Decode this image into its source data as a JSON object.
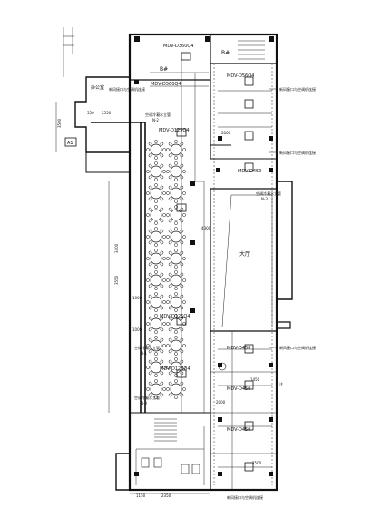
{
  "units": {
    "u1": "MDV-D360Q4",
    "u2": "MDV-D560Q4",
    "u3": "MDV-D125Q4",
    "u4": "MDV-D56Q4",
    "u5": "MDV-D450",
    "u6": "MDV-D125Q4",
    "u7": "MDV-D125Q4",
    "u8": "MDV-D450",
    "u9": "MDV-D450",
    "u10": "MDV-D450"
  },
  "rooms": {
    "r_top1": "B#",
    "r_top2": "B#",
    "r_hall": "大厅",
    "r_left": "办公室"
  },
  "notes": {
    "n1": "空调冷凝水立管",
    "n2": "空调冷凝水立管",
    "n3": "空调冷凝水立管",
    "n4": "空调冷凝水立管",
    "n5": "新风接口与空调机连接",
    "n6": "新风接口与空调机连接",
    "n7": "新风接口与空调机连接",
    "n8": "新风接口与空调机连接",
    "n9": "新风接口与空调机连接"
  },
  "risers": {
    "nl1": "N-2",
    "nl2": "N-3",
    "nl3": "N-1",
    "nl4": "N-3"
  },
  "dims": {
    "d1": "3500",
    "d2": "550",
    "d3": "2550",
    "d4": "3400",
    "d5": "3550",
    "d6": "1000",
    "d7": "1000",
    "d8": "4300",
    "d9": "2000",
    "d10": "2000",
    "d11": "1150",
    "d12": "2350",
    "d13": "1450",
    "d14": "2500"
  },
  "markers": {
    "m1": "A1",
    "m2": "注"
  }
}
